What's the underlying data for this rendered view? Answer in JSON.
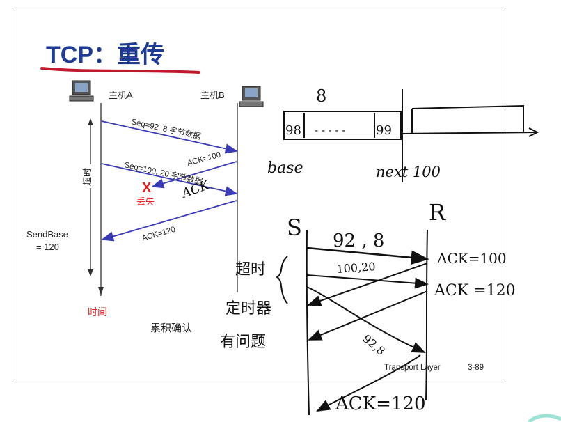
{
  "slide": {
    "title": "TCP：重传",
    "host_a": "主机A",
    "host_b": "主机B",
    "seg1_label": "Seq=92, 8 字节数据",
    "ack1_label": "ACK=100",
    "seg2_label": "Seq=100, 20 字节数据",
    "ack2_label": "ACK=120",
    "lost_label": "丢失",
    "timeout_label": "超时",
    "sendbase_label": "SendBase",
    "sendbase_value": "= 120",
    "time_label": "时间",
    "caption": "累积确认",
    "footer_left": "Transport Layer",
    "footer_right": "3-89"
  },
  "annotations": {
    "window_size": "8",
    "buffer_first": "98",
    "buffer_dashes": "- - - - -",
    "buffer_last": "99",
    "base_label": "base",
    "next_label": "next 100",
    "handwritten_ack": "ACK",
    "sender": "S",
    "receiver": "R",
    "seg_92": "92 , 8",
    "seg_100": "100,20",
    "seg_92_again": "92,8",
    "ack_100": "ACK=100",
    "ack_120": "ACK =120",
    "ack_120_bottom": "ACK=120",
    "note_line1": "超时",
    "note_line2": "定时器",
    "note_line3": "有问题"
  },
  "colors": {
    "title_blue": "#1f3a93",
    "underline_red": "#c0192c",
    "arrow_blue": "#3b3bb5",
    "lost_red": "#e02020",
    "ink": "#111111"
  }
}
